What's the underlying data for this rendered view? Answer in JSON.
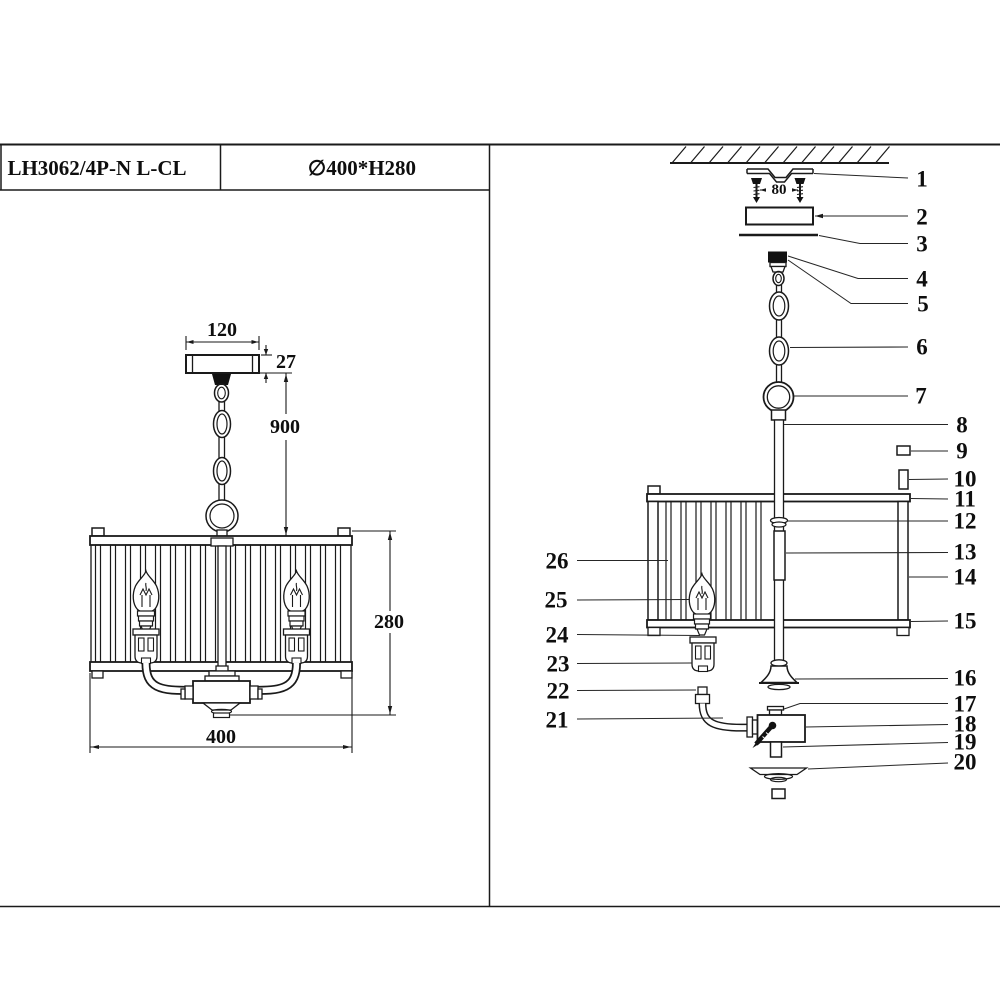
{
  "title_block": {
    "model": "LH3062/4P-N L-CL",
    "size": "∅400*H280"
  },
  "dimensions": {
    "canopy_width": "120",
    "canopy_height": "27",
    "chain_drop": "900",
    "shade_height": "280",
    "shade_diameter": "400",
    "screw_spacing": "80"
  },
  "callouts": {
    "right": [
      "1",
      "2",
      "3",
      "4",
      "5",
      "6",
      "7",
      "8",
      "9",
      "10",
      "11",
      "12",
      "13",
      "14",
      "15",
      "16",
      "17",
      "18",
      "19",
      "20"
    ],
    "left": [
      "26",
      "25",
      "24",
      "23",
      "22",
      "21"
    ]
  }
}
